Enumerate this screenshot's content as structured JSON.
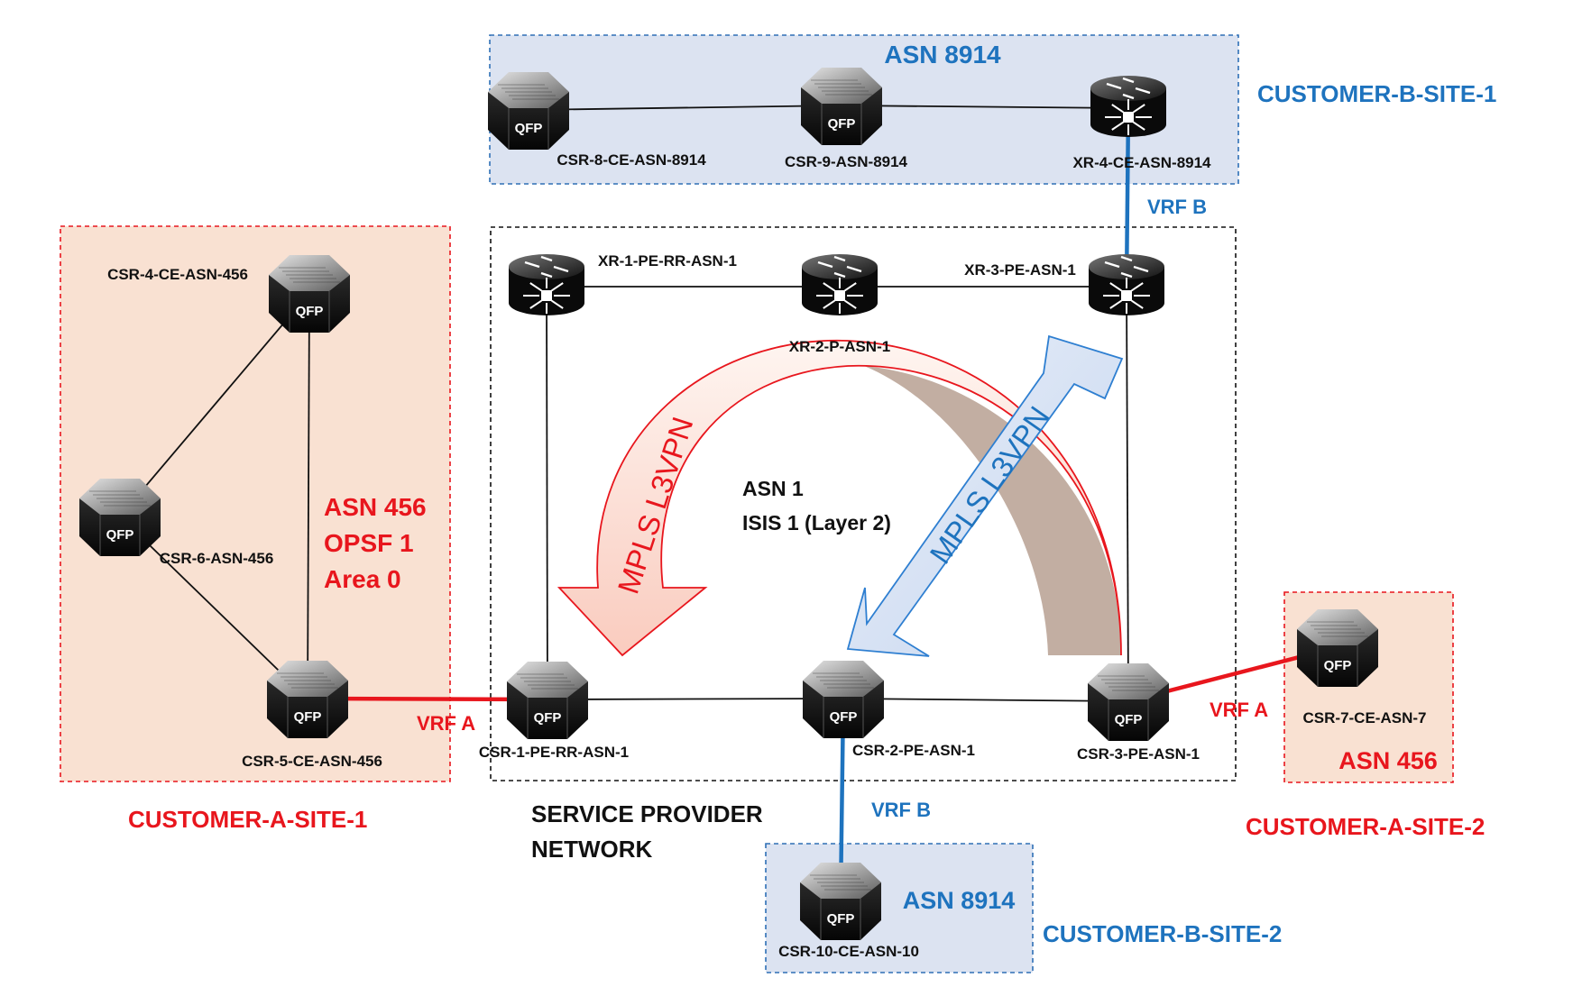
{
  "colors": {
    "blue_text": "#1e73be",
    "red_text": "#e8161d",
    "red_zone_fill": "#f9e1d2",
    "red_zone_border": "#e8161d",
    "blue_zone_fill": "#dce3f1",
    "blue_zone_border": "#2e6fb6",
    "red_arrow_fill": "#fbd8cf",
    "red_arrow_stroke": "#e8161d",
    "blue_arrow_fill": "#d5dff0",
    "blue_arrow_stroke": "#2e7fd1",
    "brown_band": "#c2aea2",
    "vrf_b_link": "#1e73be",
    "vrf_a_link": "#e8161d"
  },
  "zones": {
    "customer_b_site_1": {
      "label": "CUSTOMER-B-SITE-1",
      "asn": "ASN 8914"
    },
    "customer_a_site_1": {
      "label": "CUSTOMER-A-SITE-1",
      "asn_lines": [
        "ASN 456",
        "OPSF 1",
        "Area 0"
      ]
    },
    "service_provider": {
      "label_lines": [
        "SERVICE PROVIDER",
        "NETWORK"
      ],
      "asn_lines": [
        "ASN 1",
        "ISIS 1 (Layer 2)"
      ]
    },
    "customer_a_site_2": {
      "label": "CUSTOMER-A-SITE-2",
      "asn": "ASN 456"
    },
    "customer_b_site_2": {
      "label": "CUSTOMER-B-SITE-2",
      "asn": "ASN 8914"
    }
  },
  "routers": [
    {
      "id": "csr8",
      "name": "CSR-8-CE-ASN-8914",
      "icon": "qfp-router-icon",
      "badge": "QFP"
    },
    {
      "id": "csr9",
      "name": "CSR-9-ASN-8914",
      "icon": "qfp-router-icon",
      "badge": "QFP"
    },
    {
      "id": "xr4",
      "name": "XR-4-CE-ASN-8914",
      "icon": "xr-router-icon"
    },
    {
      "id": "xr1",
      "name": "XR-1-PE-RR-ASN-1",
      "icon": "xr-router-icon"
    },
    {
      "id": "xr2",
      "name": "XR-2-P-ASN-1",
      "icon": "xr-router-icon"
    },
    {
      "id": "xr3",
      "name": "XR-3-PE-ASN-1",
      "icon": "xr-router-icon"
    },
    {
      "id": "csr4",
      "name": "CSR-4-CE-ASN-456",
      "icon": "qfp-router-icon",
      "badge": "QFP"
    },
    {
      "id": "csr6",
      "name": "CSR-6-ASN-456",
      "icon": "qfp-router-icon",
      "badge": "QFP"
    },
    {
      "id": "csr5",
      "name": "CSR-5-CE-ASN-456",
      "icon": "qfp-router-icon",
      "badge": "QFP"
    },
    {
      "id": "csr1",
      "name": "CSR-1-PE-RR-ASN-1",
      "icon": "qfp-router-icon",
      "badge": "QFP"
    },
    {
      "id": "csr2",
      "name": "CSR-2-PE-ASN-1",
      "icon": "qfp-router-icon",
      "badge": "QFP"
    },
    {
      "id": "csr3",
      "name": "CSR-3-PE-ASN-1",
      "icon": "qfp-router-icon",
      "badge": "QFP"
    },
    {
      "id": "csr7",
      "name": "CSR-7-CE-ASN-7",
      "icon": "qfp-router-icon",
      "badge": "QFP"
    },
    {
      "id": "csr10",
      "name": "CSR-10-CE-ASN-10",
      "icon": "qfp-router-icon",
      "badge": "QFP"
    }
  ],
  "links": [
    {
      "from": "csr8",
      "to": "csr9",
      "kind": "plain"
    },
    {
      "from": "csr9",
      "to": "xr4",
      "kind": "plain"
    },
    {
      "from": "xr1",
      "to": "xr2",
      "kind": "plain"
    },
    {
      "from": "xr2",
      "to": "xr3",
      "kind": "plain"
    },
    {
      "from": "xr1",
      "to": "csr1",
      "kind": "plain"
    },
    {
      "from": "xr3",
      "to": "csr3",
      "kind": "plain"
    },
    {
      "from": "csr1",
      "to": "csr2",
      "kind": "plain"
    },
    {
      "from": "csr2",
      "to": "csr3",
      "kind": "plain"
    },
    {
      "from": "csr4",
      "to": "csr6",
      "kind": "plain"
    },
    {
      "from": "csr4",
      "to": "csr5",
      "kind": "plain"
    },
    {
      "from": "csr6",
      "to": "csr5",
      "kind": "plain"
    },
    {
      "from": "xr4",
      "to": "xr3",
      "kind": "vrf-b",
      "label": "VRF B"
    },
    {
      "from": "csr2",
      "to": "csr10",
      "kind": "vrf-b",
      "label": "VRF B"
    },
    {
      "from": "csr5",
      "to": "csr1",
      "kind": "vrf-a",
      "label": "VRF A"
    },
    {
      "from": "csr3",
      "to": "csr7",
      "kind": "vrf-a",
      "label": "VRF A"
    }
  ],
  "arrows": {
    "red": {
      "label": "MPLS L3VPN"
    },
    "blue": {
      "label": "MPLS L3VPN"
    }
  }
}
